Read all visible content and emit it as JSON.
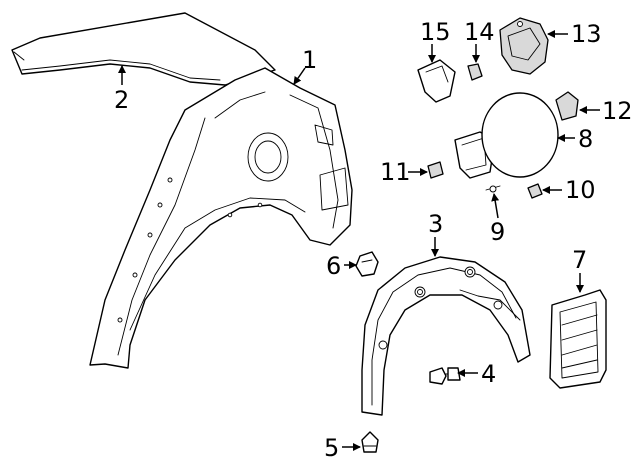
{
  "colors": {
    "ink": "#000000",
    "paper": "#ffffff",
    "shade": "#d9d9d9"
  },
  "callouts": [
    {
      "id": "1",
      "label": "1"
    },
    {
      "id": "2",
      "label": "2"
    },
    {
      "id": "3",
      "label": "3"
    },
    {
      "id": "4",
      "label": "4"
    },
    {
      "id": "5",
      "label": "5"
    },
    {
      "id": "6",
      "label": "6"
    },
    {
      "id": "7",
      "label": "7"
    },
    {
      "id": "8",
      "label": "8"
    },
    {
      "id": "9",
      "label": "9"
    },
    {
      "id": "10",
      "label": "10"
    },
    {
      "id": "11",
      "label": "11"
    },
    {
      "id": "12",
      "label": "12"
    },
    {
      "id": "13",
      "label": "13"
    },
    {
      "id": "14",
      "label": "14"
    },
    {
      "id": "15",
      "label": "15"
    }
  ]
}
